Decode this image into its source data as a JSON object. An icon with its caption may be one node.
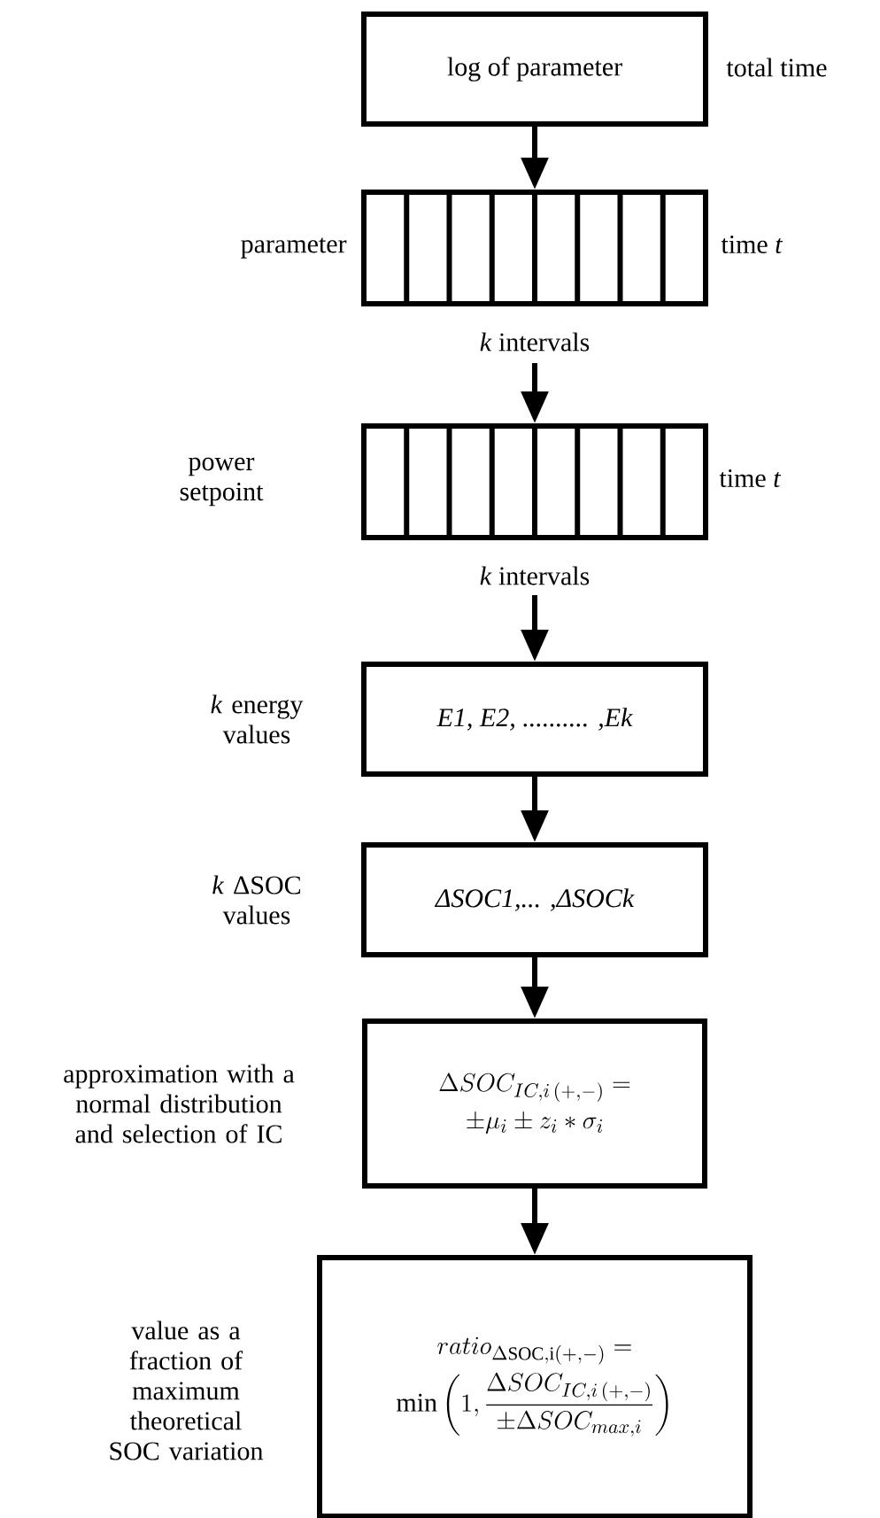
{
  "diagram": {
    "nodes": [
      {
        "text": [
          "log of parameter"
        ],
        "beside": [
          "total time"
        ]
      },
      {
        "text": [],
        "shape": "bar",
        "beside": [
          "parameter",
          "time *t*",
          "*k* intervals"
        ]
      },
      {
        "text": [],
        "shape": "bar",
        "beside": [
          "power setpoint",
          "time *t*",
          "*k* intervals"
        ]
      },
      {
        "text": [
          "E1, E2, .......... ,Ek"
        ],
        "beside": [
          "*k* energy values"
        ]
      },
      {
        "text": [
          "ΔSOC1,... ,ΔSOCk"
        ],
        "beside": [
          "*k* ΔSOC values"
        ]
      },
      {
        "text": [
          "\\Delta SOC_{IC,i\\,(+,-)} =",
          "\\pm\\mu_i \\pm z_i * \\sigma_i"
        ],
        "beside": [
          "approximation with a normal distribution and selection of IC"
        ]
      },
      {
        "text": [
          "ratio_{\\Delta\\mathrm{SOC,i(+,-)}} =",
          "\\min\\left(1,\\frac{\\Delta SOC_{IC,i\\,(+,-)}}{\\pm\\Delta SOC_{max,i}}\\right)"
        ],
        "beside": [
          "value as a fraction of maximum theoretical SOC variation"
        ]
      }
    ],
    "edges": [
      {
        "from": 0,
        "to": 1,
        "arrow": "to"
      },
      {
        "from": 1,
        "to": 2,
        "arrow": "to"
      },
      {
        "from": 2,
        "to": 3,
        "arrow": "to"
      },
      {
        "from": 3,
        "to": 4,
        "arrow": "to"
      },
      {
        "from": 4,
        "to": 5,
        "arrow": "to"
      },
      {
        "from": 5,
        "to": 6,
        "arrow": "to"
      }
    ]
  }
}
